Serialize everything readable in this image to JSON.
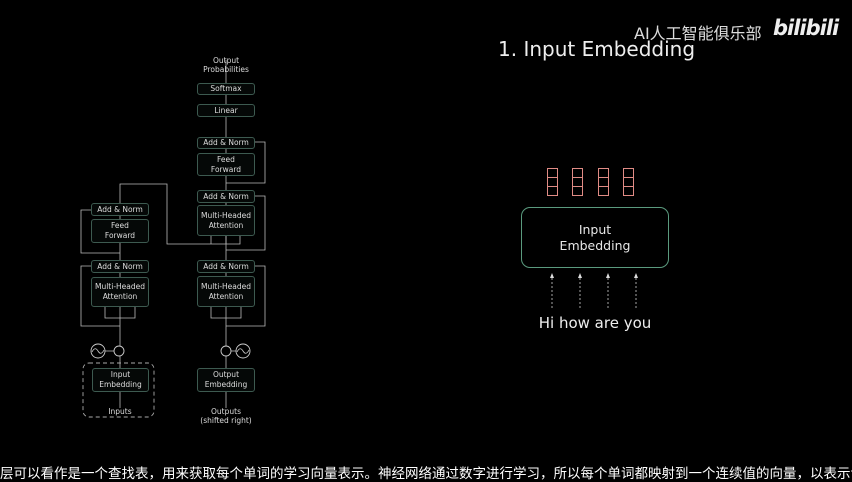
{
  "slide": {
    "title": "1. Input Embedding",
    "watermark": "AI人工智能俱乐部",
    "logo": "bilibili"
  },
  "diagram": {
    "output_probabilities": "Output\nProbabilities",
    "softmax": "Softmax",
    "linear": "Linear",
    "add_norm": "Add & Norm",
    "feed_forward": "Feed\nForward",
    "multi_headed_attention": "Multi-Headed\nAttention",
    "input_embedding": "Input\nEmbedding",
    "output_embedding": "Output\nEmbedding",
    "inputs": "Inputs",
    "outputs": "Outputs\n(shifted right)"
  },
  "detail": {
    "box_label": "Input\nEmbedding",
    "input_text": "Hi how are you",
    "vector_count": 4,
    "vector_cells": 3
  },
  "colors": {
    "box_border": "#5a9a7e",
    "vector": "#e08b85"
  },
  "subtitle": "层可以看作是一个查找表，用来获取每个单词的学习向量表示。神经网络通过数字进行学习，所以每个单词都映射到一个连续值的向量，以表示该"
}
